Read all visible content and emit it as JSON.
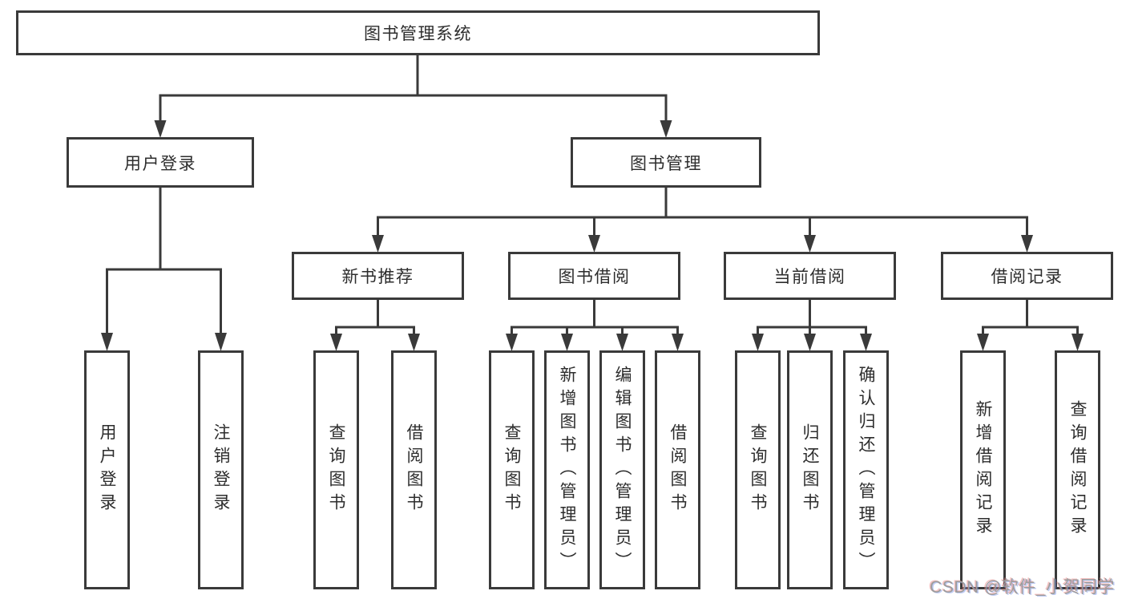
{
  "watermark": "CSDN @软件_小贺同学",
  "colors": {
    "line": "#3a3a3a",
    "box_border": "#3a3a3a",
    "box_fill": "#ffffff",
    "text": "#2d2d2d",
    "watermark": "#9c9c9c"
  },
  "tree": {
    "root": "图书管理系统",
    "level2": {
      "user_login": "用户登录",
      "book_mgmt": "图书管理"
    },
    "level3": {
      "new_books": "新书推荐",
      "borrowing": "图书借阅",
      "current": "当前借阅",
      "records": "借阅记录"
    },
    "leaves": {
      "user_login": [
        "用户登录",
        "注销登录"
      ],
      "new_books": [
        "查询图书",
        "借阅图书"
      ],
      "borrowing": [
        "查询图书",
        "新增图书（管理员）",
        "编辑图书（管理员）",
        "借阅图书"
      ],
      "current": [
        "查询图书",
        "归还图书",
        "确认归还（管理员）"
      ],
      "records": [
        "新增借阅记录",
        "查询借阅记录"
      ]
    }
  }
}
